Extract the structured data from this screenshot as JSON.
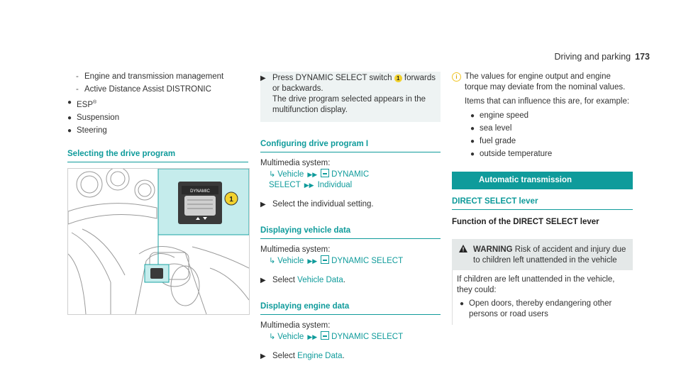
{
  "header": {
    "section": "Driving and parking",
    "page_number": "173"
  },
  "col1": {
    "dash_items": [
      "Engine and transmission management",
      "Active Distance Assist DISTRONIC"
    ],
    "bullets": [
      {
        "text": "ESP",
        "sup": "®"
      },
      {
        "text": "Suspension",
        "sup": ""
      },
      {
        "text": "Steering",
        "sup": ""
      }
    ],
    "heading": "Selecting the drive program",
    "illustration": {
      "switch_label": "DYNAMIC",
      "callout": "1"
    }
  },
  "col2": {
    "step1": {
      "before": "Press DYNAMIC SELECT switch ",
      "callout": "1",
      "after": " forwards or backwards.",
      "line2": "The drive program selected appears in the multifunction display."
    },
    "configure": {
      "heading": "Configuring drive program I",
      "multimedia": "Multimedia system:",
      "path": [
        "Vehicle",
        "DYNAMIC SELECT",
        "Individual"
      ],
      "step": "Select the individual setting."
    },
    "vehicle_data": {
      "heading": "Displaying vehicle data",
      "multimedia": "Multimedia system:",
      "path": [
        "Vehicle",
        "DYNAMIC SELECT"
      ],
      "step_prefix": "Select ",
      "step_link": "Vehicle Data",
      "step_suffix": "."
    },
    "engine_data": {
      "heading": "Displaying engine data",
      "multimedia": "Multimedia system:",
      "path": [
        "Vehicle",
        "DYNAMIC SELECT"
      ],
      "step_prefix": "Select ",
      "step_link": "Engine Data",
      "step_suffix": "."
    }
  },
  "col3": {
    "info_p1": "The values for engine output and engine torque may deviate from the nominal values.",
    "info_p2": "Items that can influence this are, for example:",
    "info_bullets": [
      "engine speed",
      "sea level",
      "fuel grade",
      "outside temperature"
    ],
    "section_bar": "Automatic transmission",
    "sub_heading": "DIRECT SELECT lever",
    "function_heading": "Function of the DIRECT SELECT lever",
    "warning": {
      "label": "WARNING",
      "text": " Risk of accident and injury due to children left unattended in the vehicle",
      "body": "If children are left unattended in the vehicle, they could:",
      "bullets": [
        "Open doors, thereby endangering other persons or road users"
      ]
    }
  },
  "colors": {
    "accent": "#0f9b9b",
    "callout": "#f2d22e"
  }
}
